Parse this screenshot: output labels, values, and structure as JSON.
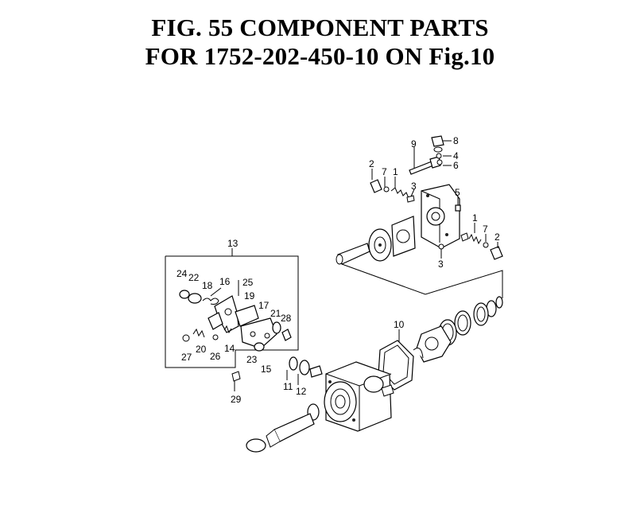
{
  "title": {
    "line1": "FIG. 55  COMPONENT PARTS",
    "line2": "FOR 1752-202-450-10 ON Fig.10"
  },
  "callouts": {
    "c1a": "1",
    "c1b": "1",
    "c2a": "2",
    "c2b": "2",
    "c3a": "3",
    "c3b": "3",
    "c4": "4",
    "c5": "5",
    "c6": "6",
    "c7a": "7",
    "c7b": "7",
    "c8": "8",
    "c9": "9",
    "c10": "10",
    "c11": "11",
    "c12": "12",
    "c13": "13",
    "c14": "14",
    "c15": "15",
    "c16": "16",
    "c17": "17",
    "c18": "18",
    "c19": "19",
    "c20": "20",
    "c21": "21",
    "c22": "22",
    "c23": "23",
    "c24": "24",
    "c25": "25",
    "c26": "26",
    "c27": "27",
    "c28": "28",
    "c29": "29"
  }
}
